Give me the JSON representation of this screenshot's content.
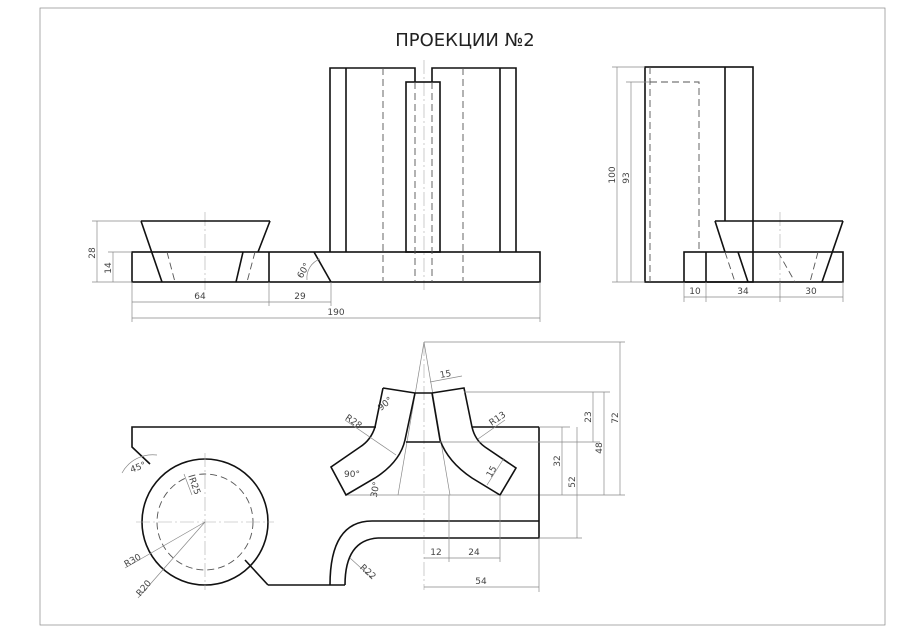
{
  "title": "ПРОЕКЦИИ №2",
  "front_view": {
    "dims": {
      "h28": "28",
      "h14": "14",
      "w64": "64",
      "w29": "29",
      "w190": "190",
      "angle60": "60°"
    }
  },
  "side_view": {
    "dims": {
      "h100": "100",
      "h93": "93",
      "w10": "10",
      "w34": "34",
      "w30": "30"
    }
  },
  "top_view": {
    "dims": {
      "w15": "15",
      "r28": "R28",
      "r13": "R13",
      "a90_top": "90°",
      "a90_left": "90°",
      "a30": "30°",
      "w15_arm": "15",
      "h23": "23",
      "h48": "48",
      "h72": "72",
      "h32": "32",
      "h52": "52",
      "w12": "12",
      "w24": "24",
      "w54": "54",
      "r22": "R22",
      "a45": "45°",
      "r25": "R25",
      "r30": "R30",
      "r20": "R20"
    }
  }
}
